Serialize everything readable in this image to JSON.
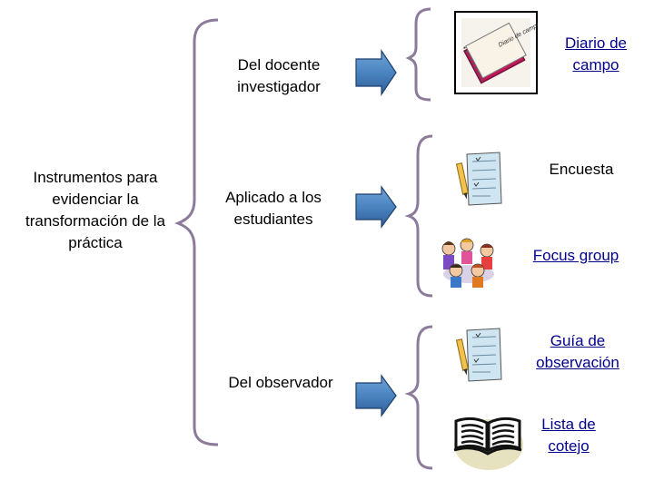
{
  "diagram": {
    "root": "Instrumentos para evidenciar la transformación de la práctica",
    "sources": [
      {
        "label": "Del docente investigador"
      },
      {
        "label": "Aplicado a los estudiantes"
      },
      {
        "label": "Del observador"
      }
    ],
    "instruments": [
      {
        "label": "Diario de campo",
        "icon": "diary-icon",
        "diary_text": "Diario de campo"
      },
      {
        "label": "Encuesta",
        "icon": "survey-sheet-icon"
      },
      {
        "label": "Focus group",
        "icon": "group-people-icon"
      },
      {
        "label": "Guía de observación",
        "icon": "survey-sheet-icon"
      },
      {
        "label": "Lista de cotejo",
        "icon": "open-book-icon"
      }
    ],
    "colors": {
      "brace": "#8b7a99",
      "arrow_fill": "#4a84c0",
      "arrow_stroke": "#1f3f6e",
      "link_text": "#00008b",
      "diary_pink": "#c2185b"
    }
  }
}
